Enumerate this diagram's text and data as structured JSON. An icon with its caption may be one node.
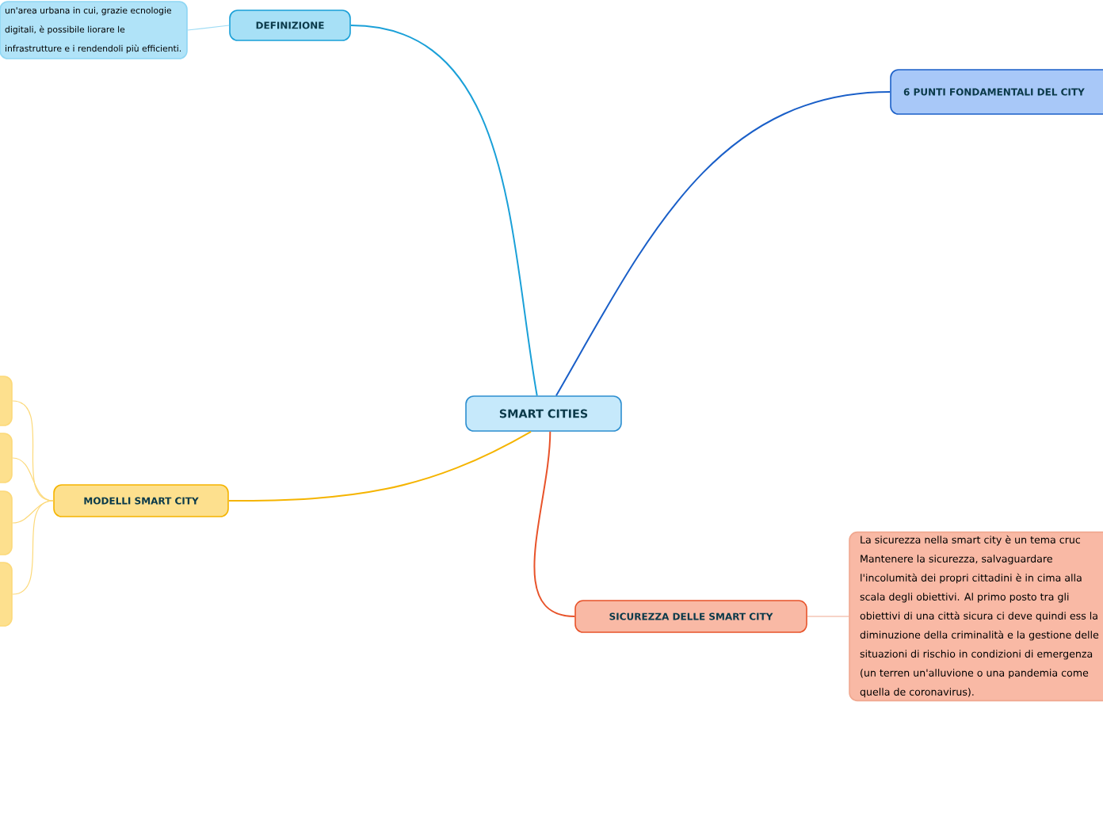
{
  "diagram": {
    "nodes": [
      {
        "text": [
          "SMART CITIES"
        ]
      },
      {
        "text": [
          "DEFINIZIONE"
        ]
      },
      {
        "text": [
          "un'area urbana in cui, grazie ecnologie digitali, è possibile liorare le infrastrutture e i rendendoli più efficienti."
        ]
      },
      {
        "text": [
          "6 PUNTI FONDAMENTALI DEL CITY"
        ]
      },
      {
        "text": [
          "MODELLI SMART CITY"
        ]
      },
      {
        "text": [],
        "shape": "box"
      },
      {
        "text": [],
        "shape": "box"
      },
      {
        "text": [],
        "shape": "box"
      },
      {
        "text": [],
        "shape": "box"
      },
      {
        "text": [
          "SICUREZZA DELLE SMART CITY"
        ]
      },
      {
        "text": [
          "La sicurezza nella smart city è un tema cruc Mantenere la sicurezza, salvaguardare l'incolumità dei propri cittadini è in cima alla scala degli obiettivi. Al primo posto tra gli obiettivi di una città sicura ci deve quindi ess la diminuzione della criminalità e la gestione delle situazioni di rischio in condizioni di emergenza (un terren un'alluvione o una pandemia come quella de coronavirus)."
        ]
      }
    ],
    "edges": [
      {
        "from": 0,
        "to": 1,
        "arrow": "none",
        "color": "#1aa0d8"
      },
      {
        "from": 1,
        "to": 2,
        "arrow": "none",
        "color": "#9fdcf5"
      },
      {
        "from": 0,
        "to": 3,
        "arrow": "none",
        "color": "#1a5fc8"
      },
      {
        "from": 0,
        "to": 4,
        "arrow": "none",
        "color": "#f5b400"
      },
      {
        "from": 4,
        "to": 5,
        "arrow": "none",
        "color": "#fcd97a"
      },
      {
        "from": 4,
        "to": 6,
        "arrow": "none",
        "color": "#fcd97a"
      },
      {
        "from": 4,
        "to": 7,
        "arrow": "none",
        "color": "#fcd97a"
      },
      {
        "from": 4,
        "to": 8,
        "arrow": "none",
        "color": "#fcd97a"
      },
      {
        "from": 0,
        "to": 9,
        "arrow": "none",
        "color": "#e8532a"
      },
      {
        "from": 9,
        "to": 10,
        "arrow": "none",
        "color": "#f0a890"
      }
    ]
  }
}
